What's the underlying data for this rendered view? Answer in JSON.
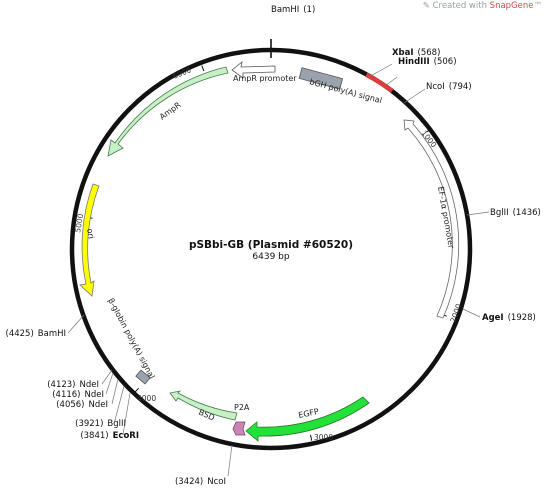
{
  "credit": {
    "prefix": "Created with",
    "brand": "SnapGene",
    "tm": "™"
  },
  "plasmid": {
    "name": "pSBbi-GB  (Plasmid #60520)",
    "size_label": "6439 bp",
    "length": 6439
  },
  "ticks": [
    "1000",
    "2000",
    "3000",
    "4000",
    "5000",
    "6000"
  ],
  "sites": [
    {
      "id": "bamhi-1",
      "name": "BamHI",
      "pos": "(1)",
      "bold": false
    },
    {
      "id": "xbai",
      "name": "XbaI",
      "pos": "(568)",
      "bold": true
    },
    {
      "id": "hindiii",
      "name": "HindIII",
      "pos": "(506)",
      "bold": true
    },
    {
      "id": "ncoi-794",
      "name": "NcoI",
      "pos": "(794)",
      "bold": false
    },
    {
      "id": "bglii-1436",
      "name": "BglII",
      "pos": "(1436)",
      "bold": false
    },
    {
      "id": "agei",
      "name": "AgeI",
      "pos": "(1928)",
      "bold": true
    },
    {
      "id": "ncoi-3424",
      "name": "NcoI",
      "pos": "(3424)",
      "bold": false
    },
    {
      "id": "ecori",
      "name": "EcoRI",
      "pos": "(3841)",
      "bold": true
    },
    {
      "id": "bglii-3921",
      "name": "BglII",
      "pos": "(3921)",
      "bold": false
    },
    {
      "id": "ndei-4056",
      "name": "NdeI",
      "pos": "(4056)",
      "bold": false
    },
    {
      "id": "ndei-4116",
      "name": "NdeI",
      "pos": "(4116)",
      "bold": false
    },
    {
      "id": "ndei-4123",
      "name": "NdeI",
      "pos": "(4123)",
      "bold": false
    },
    {
      "id": "bamhi-4425",
      "name": "BamHI",
      "pos": "(4425)",
      "bold": false
    }
  ],
  "features": [
    {
      "id": "bgh",
      "label": "bGH poly(A) signal",
      "color": "#9aa3ad"
    },
    {
      "id": "ef1a",
      "label": "EF-1α promoter",
      "color": "#ffffff"
    },
    {
      "id": "egfp",
      "label": "EGFP",
      "color": "#22e23a"
    },
    {
      "id": "p2a",
      "label": "P2A",
      "color": "#c985b5"
    },
    {
      "id": "bsd",
      "label": "BSD",
      "color": "#c6f0c6"
    },
    {
      "id": "bglobin",
      "label": "β-globin poly(A) signal",
      "color": "#9aa3ad"
    },
    {
      "id": "ori",
      "label": "ori",
      "color": "#ffff00"
    },
    {
      "id": "ampr",
      "label": "AmpR",
      "color": "#c6f0c6"
    },
    {
      "id": "ampr-promoter",
      "label": "AmpR promoter",
      "color": "#ffffff"
    }
  ]
}
